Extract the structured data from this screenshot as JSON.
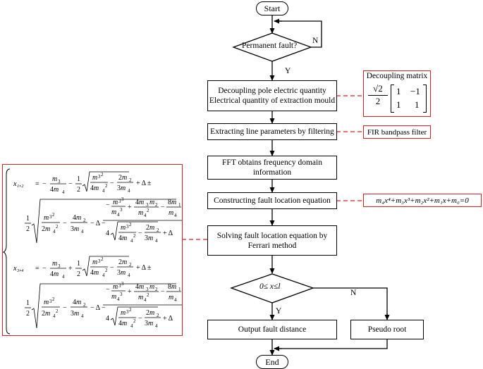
{
  "start": "Start",
  "end": "End",
  "decision_fault": "Permanent fault?",
  "label_no": "N",
  "label_yes": "Y",
  "steps": {
    "decoupling_line1": "Decoupling pole electric quantity",
    "decoupling_line2": "Electrical quantity of extraction mould",
    "extracting": "Extracting line parameters by filtering",
    "fft_line1": "FFT obtains frequency domain",
    "fft_line2": "information",
    "constructing": "Constructing fault location equation",
    "solving_line1": "Solving fault location equation by",
    "solving_line2": "Ferrari method",
    "output": "Output fault distance",
    "pseudo": "Pseudo root"
  },
  "decision_range": "0≤ x≤l",
  "annotations": {
    "matrix_title": "Decoupling matrix",
    "matrix_coef_num": "√2",
    "matrix_coef_den": "2",
    "matrix_entries": [
      "1",
      "−1",
      "1",
      "1"
    ],
    "fir": "FIR bandpass filter",
    "equation": "m₄x⁴+m₃x³+m₂x²+m₁x+m₀=0"
  },
  "roots": {
    "x12": "x₁,₂",
    "x34": "x₃,₄"
  },
  "colors": {
    "accent": "#d62020",
    "line": "#000000"
  }
}
